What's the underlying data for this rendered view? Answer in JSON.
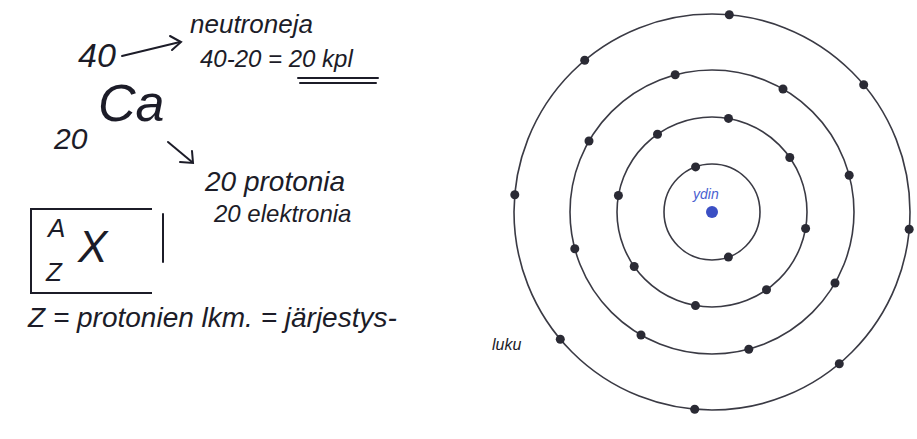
{
  "diagram": {
    "nodes": [
      {
        "text": [
          "A",
          "X",
          "Z"
        ]
      }
    ],
    "labels": [
      "40",
      "neutroneja",
      "40-20 = 20 kpl",
      "Ca",
      "20",
      "20 protonia",
      "20 elektronia",
      "Z = protonien lkm. = järjestys-",
      "luku",
      "ydin"
    ]
  }
}
